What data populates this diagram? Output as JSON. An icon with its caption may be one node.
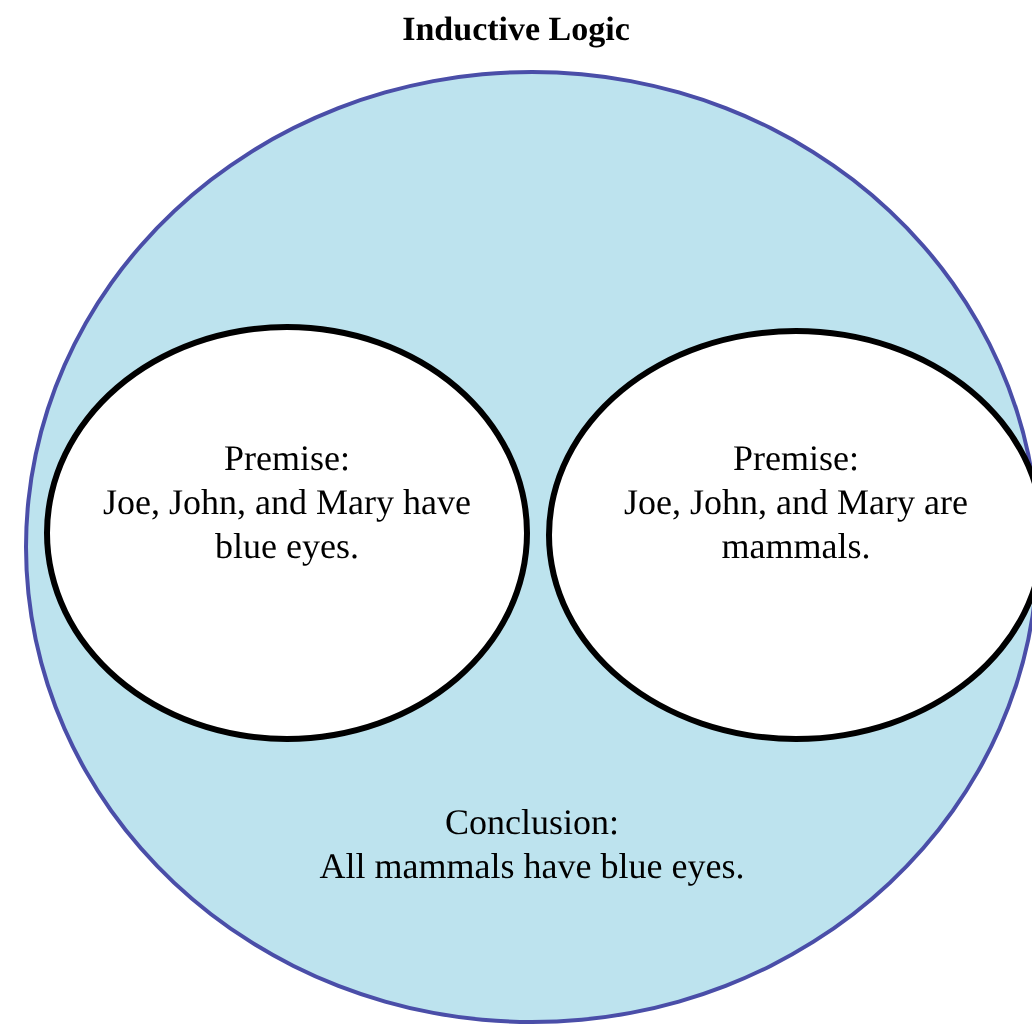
{
  "diagram": {
    "title": "Inductive Logic",
    "nodes": [
      {
        "text": [
          "Conclusion:",
          "All mammals have blue eyes."
        ]
      },
      {
        "text": [
          "Premise:",
          "Joe, John, and Mary have blue eyes."
        ],
        "in": 0
      },
      {
        "text": [
          "Premise:",
          "Joe, John, and Mary are mammals."
        ],
        "in": 0
      }
    ]
  }
}
